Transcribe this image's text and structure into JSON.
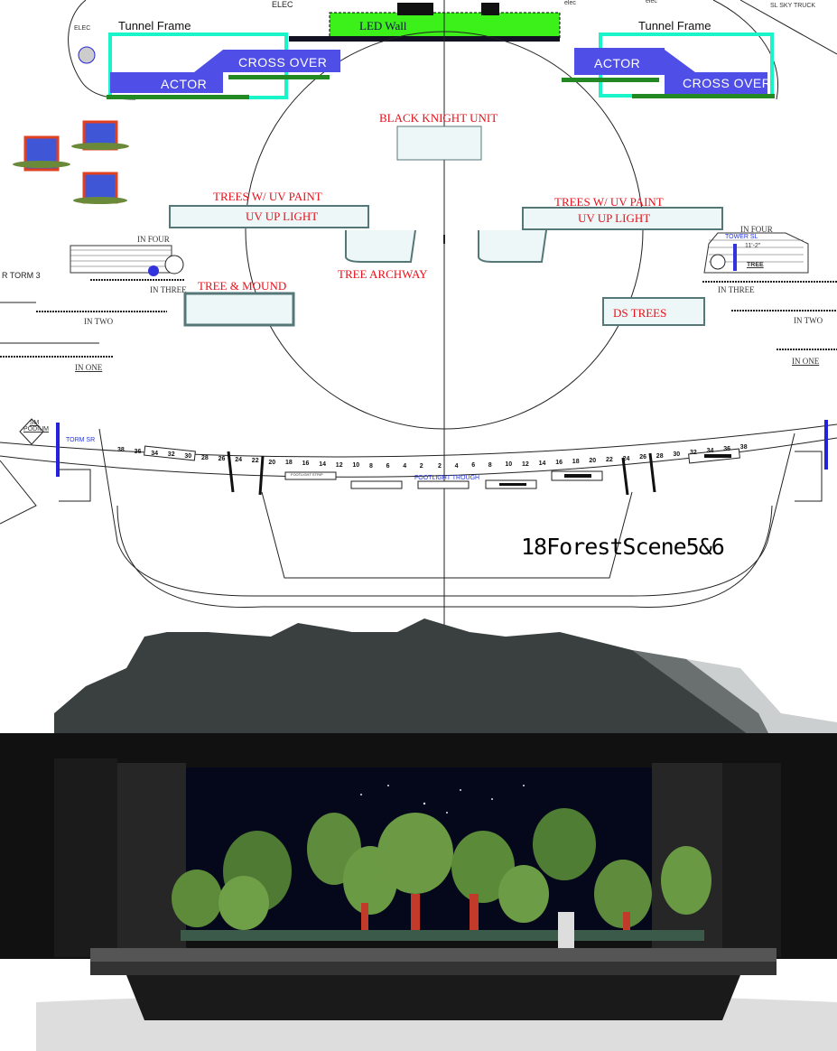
{
  "plan": {
    "tunnel_frame_left": "Tunnel Frame",
    "tunnel_frame_right": "Tunnel Frame",
    "led_wall": "LED Wall",
    "cross_over_left": "CROSS OVER",
    "cross_over_right": "CROSS OVER",
    "actor_left": "ACTOR",
    "actor_right": "ACTOR",
    "elec_left": "ELEC",
    "elec_top": "ELEC",
    "elec_right1": "elec",
    "elec_right2": "elec",
    "sky_truck": "SL SKY TRUCK",
    "black_knight": "BLACK KNIGHT UNIT",
    "trees_uv_left": "TREES W/ UV PAINT",
    "uv_light_left": "UV UP LIGHT",
    "trees_uv_right": "TREES W/ UV PAINT",
    "uv_light_right": "UV UP LIGHT",
    "tree_archway": "TREE ARCHWAY",
    "tree_mound": "TREE & MOUND",
    "ds_trees": "DS TREES",
    "left_wings": {
      "in_four": "IN FOUR",
      "in_three": "IN THREE",
      "in_two": "IN TWO",
      "in_one": "IN ONE",
      "torm": "R TORM 3"
    },
    "right_wings": {
      "in_four": "IN FOUR",
      "in_three": "IN THREE",
      "in_two": "IN TWO",
      "in_one": "IN ONE",
      "tower": "TOWER SL",
      "tower_dim": "11'-2\"",
      "tree": "TREE"
    },
    "sm_podium": "SM PODIUM",
    "torm_sr": "TORM SR",
    "footlight_trough": "FOOTLIGHT TROUGH",
    "footlight_strip": "FOOTLIGHT STRIP",
    "left_numbers": [
      "38",
      "36",
      "34",
      "32",
      "30",
      "28",
      "26",
      "24",
      "22",
      "20",
      "18",
      "16",
      "14",
      "12",
      "10",
      "8",
      "6",
      "4",
      "2"
    ],
    "right_numbers": [
      "2",
      "4",
      "6",
      "8",
      "10",
      "12",
      "14",
      "16",
      "18",
      "20",
      "22",
      "24",
      "26",
      "28",
      "30",
      "32",
      "34",
      "36",
      "38"
    ]
  },
  "scene_title": "18ForestScene5&6",
  "colors": {
    "cyan": "#19f5c8",
    "blue": "#4f4fe8",
    "green": "#3cf01a",
    "dkgreen": "#238a23",
    "red": "#e8101a"
  }
}
